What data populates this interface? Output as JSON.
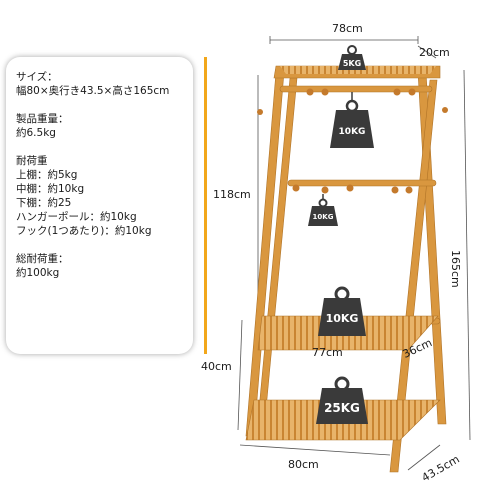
{
  "specs": {
    "size_heading": "サイズ：",
    "size_value": "幅80×奥行き43.5×高さ165cm",
    "weight_heading": "製品重量：",
    "weight_value": "約6.5kg",
    "load_heading": "耐荷重",
    "load_upper": "上棚：約5kg",
    "load_middle": "中棚：約10kg",
    "load_lower": "下棚：約25",
    "load_hanger_pole": "ハンガーポール：約10kg",
    "load_hook": "フック(1つあたり)：約10kg",
    "total_heading": "総耐荷重：",
    "total_value": "約100kg"
  },
  "dimensions": {
    "top_width": "78cm",
    "top_depth": "20cm",
    "upper_height": "118cm",
    "total_height": "165cm",
    "lower_height": "40cm",
    "shelf_width": "77cm",
    "shelf_depth": "36cm",
    "base_width": "80cm",
    "base_depth": "43.5cm"
  },
  "weights": {
    "top_shelf": "5KG",
    "hanger_pole": "10KG",
    "hook": "10KG",
    "middle_shelf": "10KG",
    "bottom_shelf": "25KG"
  },
  "colors": {
    "accent": "#f2a71b",
    "bamboo": "#d9973f",
    "bamboo_light": "#e8b46a",
    "weight_icon": "#3a3a3a"
  }
}
